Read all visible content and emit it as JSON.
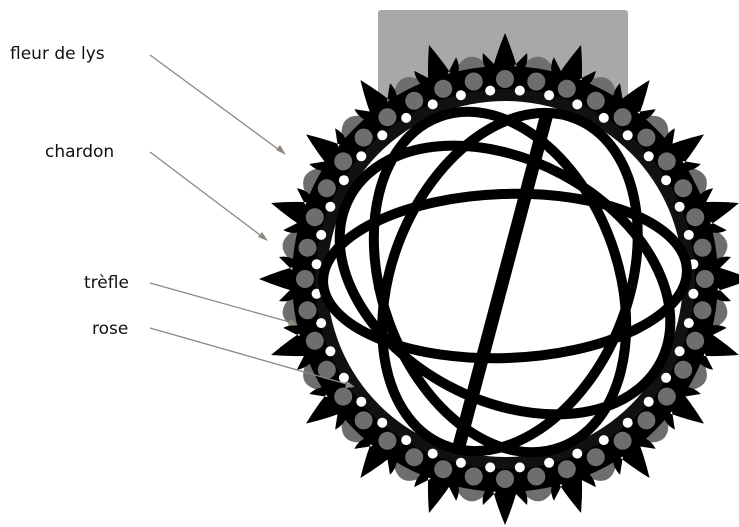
{
  "labels": {
    "fleur": "fleur de lys",
    "chardon": "chardon",
    "trefle": "trèfle",
    "rose": "rose"
  },
  "colors": {
    "background": "#ffffff",
    "plate": "#a8a8a8",
    "petal_grey": "#6e6e6e",
    "ink": "#000000",
    "leader": "#8f887f",
    "text": "#111111"
  }
}
